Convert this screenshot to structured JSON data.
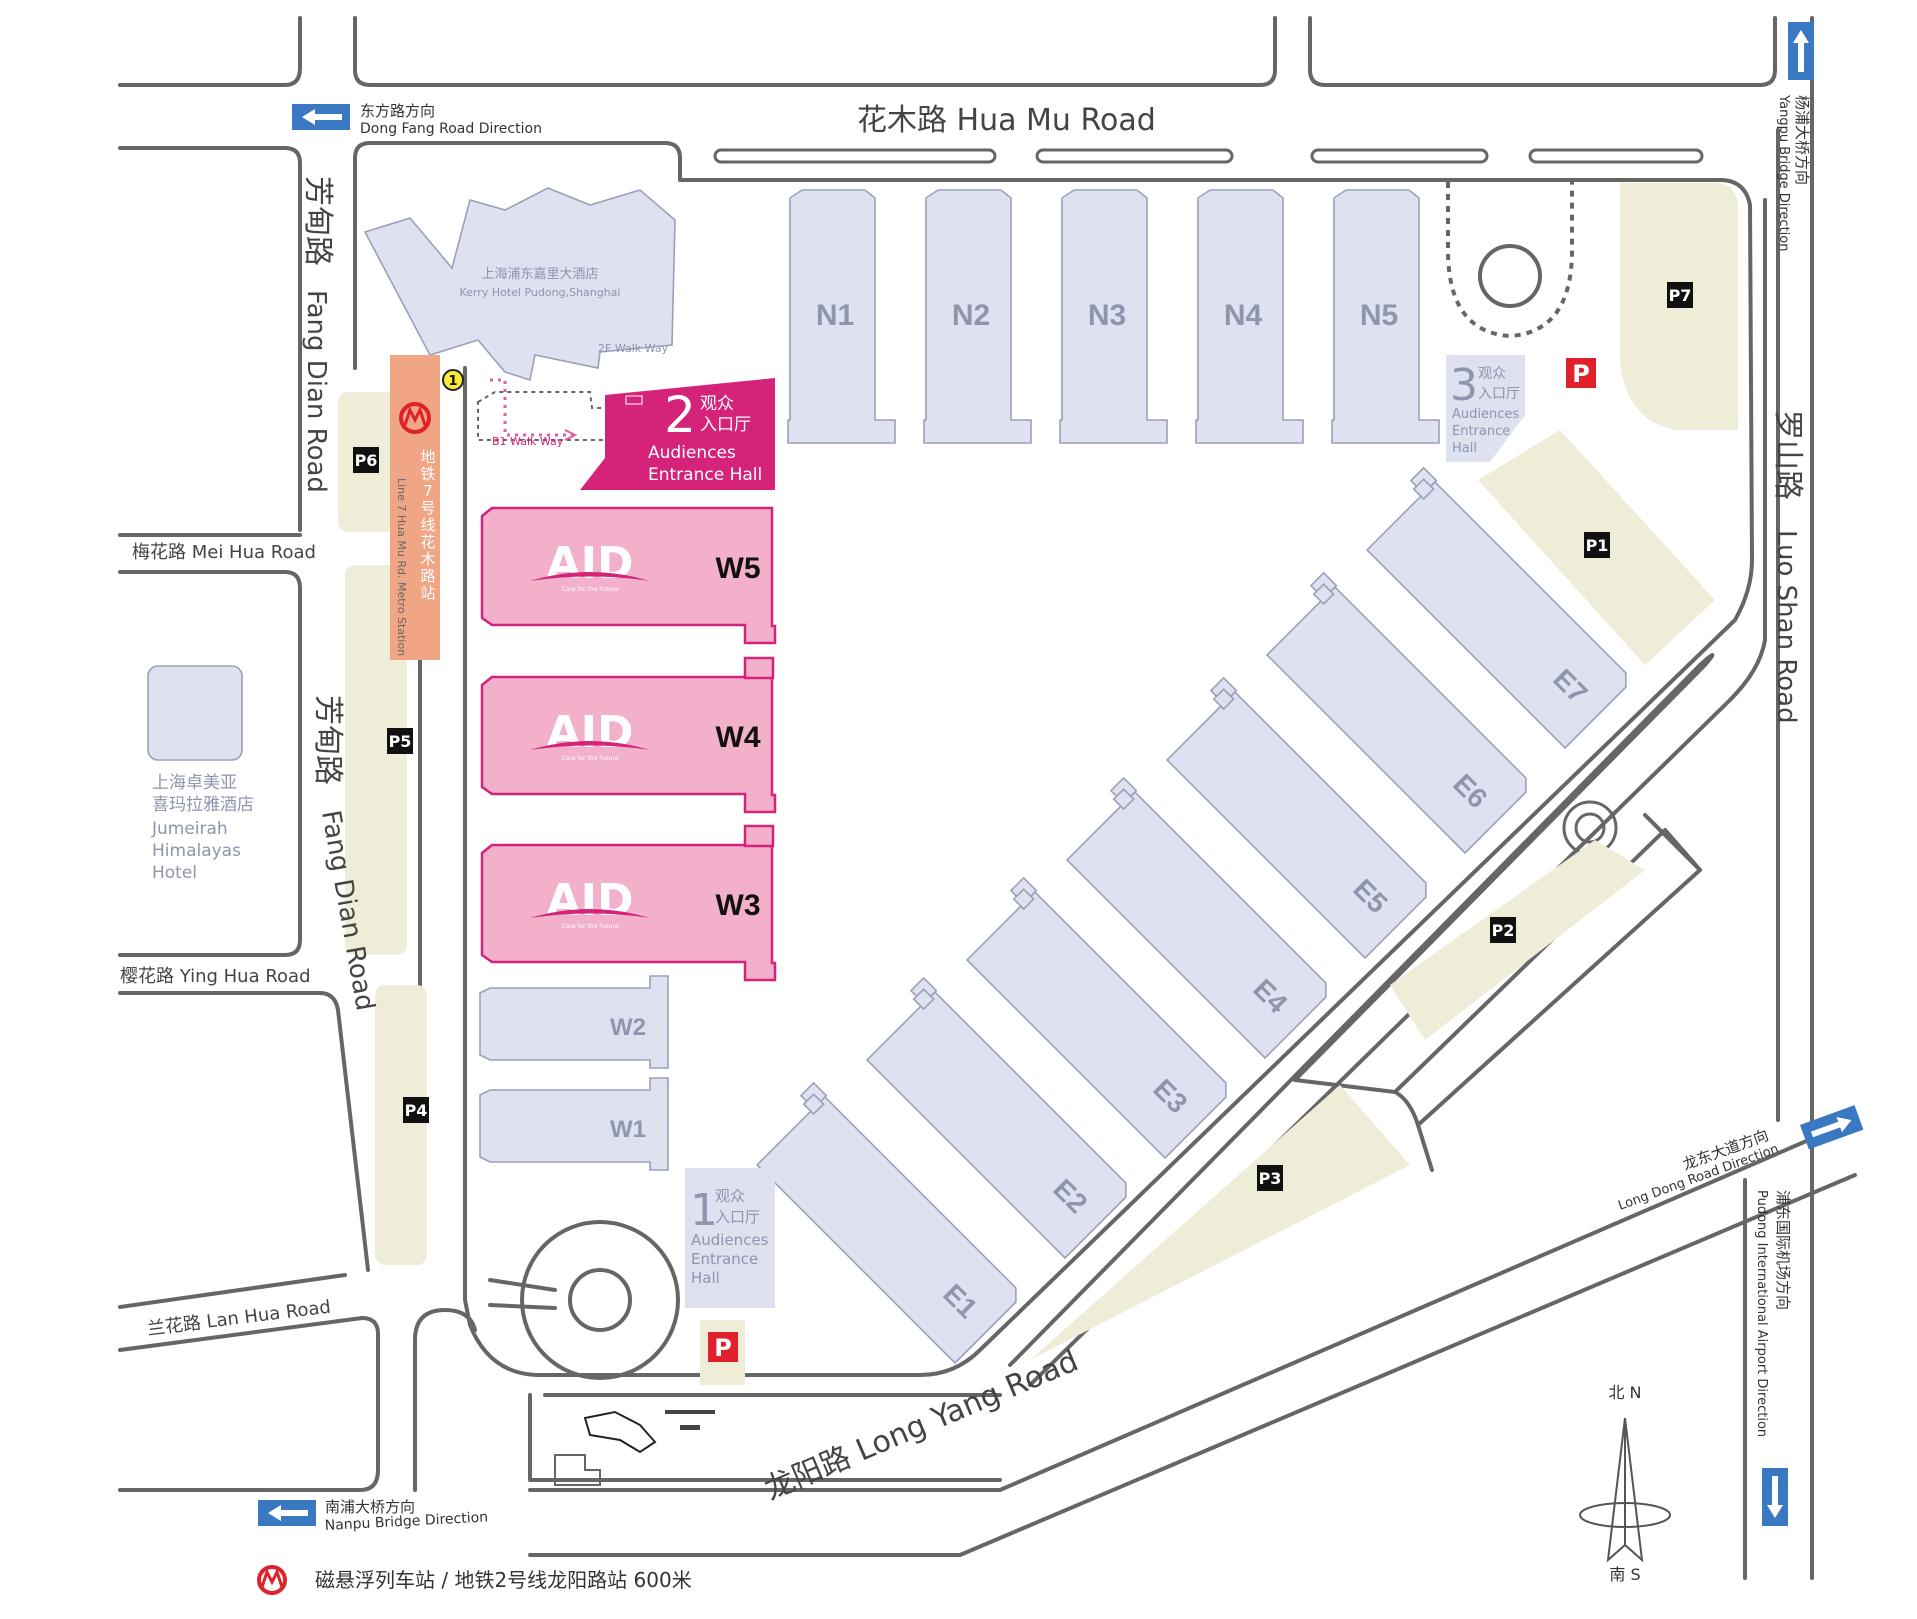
{
  "roads": {
    "hua_mu": "花木路  Hua Mu Road",
    "fang_dian_zh": "芳甸路",
    "fang_dian_en": "Fang Dian Road",
    "luo_shan_zh": "罗山路",
    "luo_shan_en": "Luo Shan Road",
    "mei_hua": "梅花路 Mei Hua Road",
    "ying_hua": "樱花路 Ying Hua Road",
    "lan_hua": "兰花路 Lan Hua Road",
    "long_yang": "龙阳路  Long Yang Road"
  },
  "directions": {
    "dong_fang_zh": "东方路方向",
    "dong_fang_en": "Dong Fang Road Direction",
    "yangpu_zh": "杨浦大桥方向",
    "yangpu_en": "Yangpu Bridge Direction",
    "long_dong_zh": "龙东大道方向",
    "long_dong_en": "Long Dong Road Direction",
    "pudong_airport_zh": "浦东国际机场方向",
    "pudong_airport_en": "Pudong International Airport Direction",
    "nanpu_zh": "南浦大桥方向",
    "nanpu_en": "Nanpu Bridge Direction"
  },
  "halls_north": [
    "N1",
    "N2",
    "N3",
    "N4",
    "N5"
  ],
  "halls_west_event": [
    "W5",
    "W4",
    "W3"
  ],
  "halls_west": [
    "W2",
    "W1"
  ],
  "halls_east": [
    "E7",
    "E6",
    "E5",
    "E4",
    "E3",
    "E2",
    "E1"
  ],
  "event_logo": {
    "text": "AID",
    "tagline": "Care for the Future",
    "color": "#d6237a"
  },
  "parking": [
    "P1",
    "P2",
    "P3",
    "P4",
    "P5",
    "P6",
    "P7"
  ],
  "parking_sign": "P",
  "entrances": {
    "e1": {
      "num": "1",
      "zh1": "观众",
      "zh2": "入口厅",
      "en1": "Audiences",
      "en2": "Entrance",
      "en3": "Hall"
    },
    "e2": {
      "num": "2",
      "zh1": "观众",
      "zh2": "入口厅",
      "en1": "Audiences",
      "en2": "Entrance Hall"
    },
    "e3": {
      "num": "3",
      "zh1": "观众",
      "zh2": "入口厅",
      "en1": "Audiences",
      "en2": "Entrance",
      "en3": "Hall"
    }
  },
  "kerry": {
    "zh": "上海浦东嘉里大酒店",
    "en": "Kerry Hotel Pudong,Shanghai"
  },
  "walkways": {
    "b1": "B1 Walk Way",
    "f2": "2F Walk Way"
  },
  "metro_station": {
    "zh": [
      "地",
      "铁",
      "7",
      "号",
      "线",
      "花",
      "木",
      "路",
      "站"
    ],
    "en": "Line 7 Hua Mu Rd. Metro Station",
    "exit": "1"
  },
  "jumeirah": {
    "zh1": "上海卓美亚",
    "zh2": "喜玛拉雅酒店",
    "en1": "Jumeirah",
    "en2": "Himalayas",
    "en3": "Hotel"
  },
  "footer": "磁悬浮列车站 / 地铁2号线龙阳路站  600米",
  "compass": {
    "north": "北 N",
    "south": "南 S"
  },
  "colors": {
    "pink": "#d6237a",
    "hall": "#dde1f0",
    "parking_area": "#efedd8",
    "metro": "#f0a584",
    "arrow": "#3a78c2",
    "parking_red": "#e0202a"
  }
}
